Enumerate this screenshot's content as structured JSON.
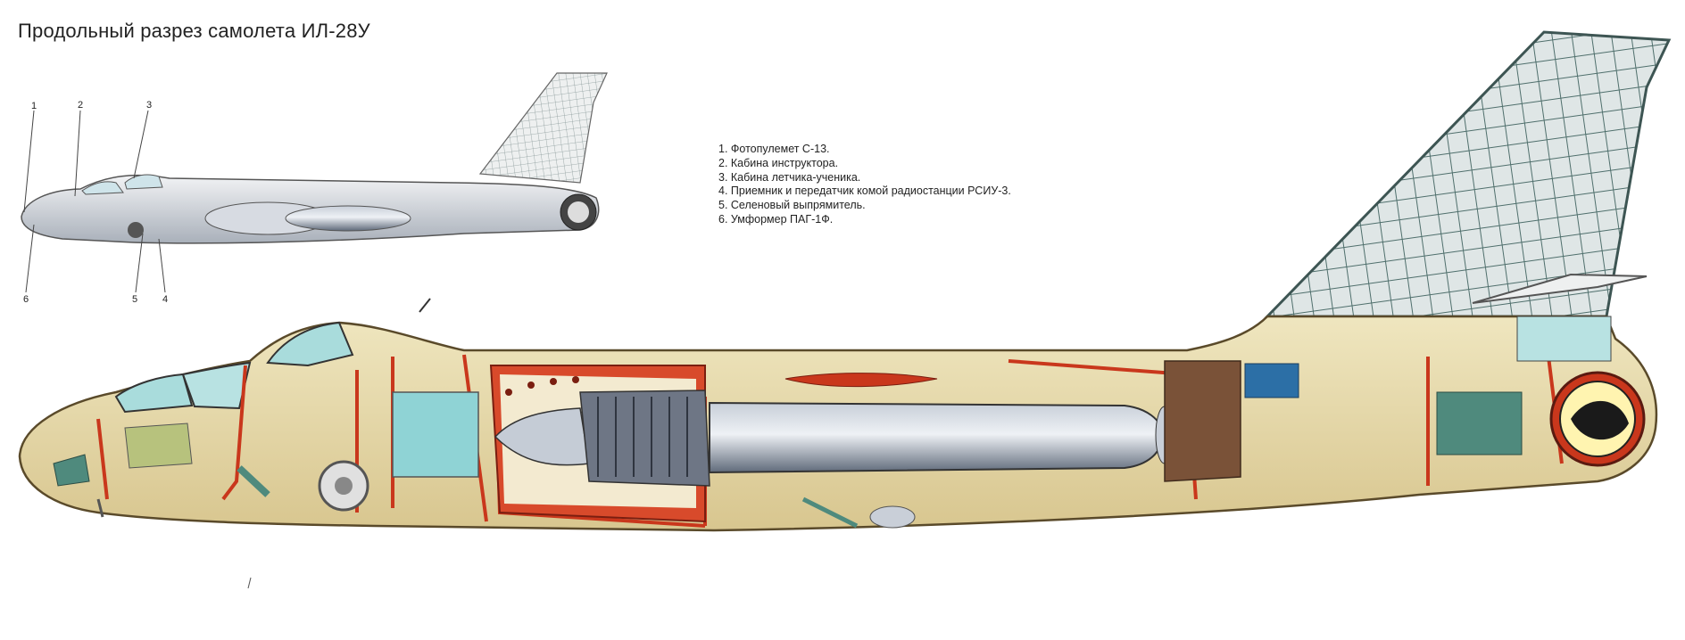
{
  "title": "Продольный разрез самолета ИЛ-28У",
  "legend": [
    "1. Фотопулемет С-13.",
    "2. Кабина инструктора.",
    "3. Кабина летчика-ученика.",
    "4. Приемник и передатчик комой радиостанции РСИУ-3.",
    "5. Селеновый выпрямитель.",
    "6. Умформер ПАГ-1Ф."
  ],
  "callouts": [
    "1",
    "2",
    "3",
    "4",
    "5",
    "6"
  ],
  "colors": {
    "skin": "#e9dcae",
    "frame": "#c9371c",
    "glass": "#9ed8d8",
    "engine": "#8f98a6",
    "fin_grid": "#4f6f6c",
    "equipment": "#4f8a7d"
  }
}
